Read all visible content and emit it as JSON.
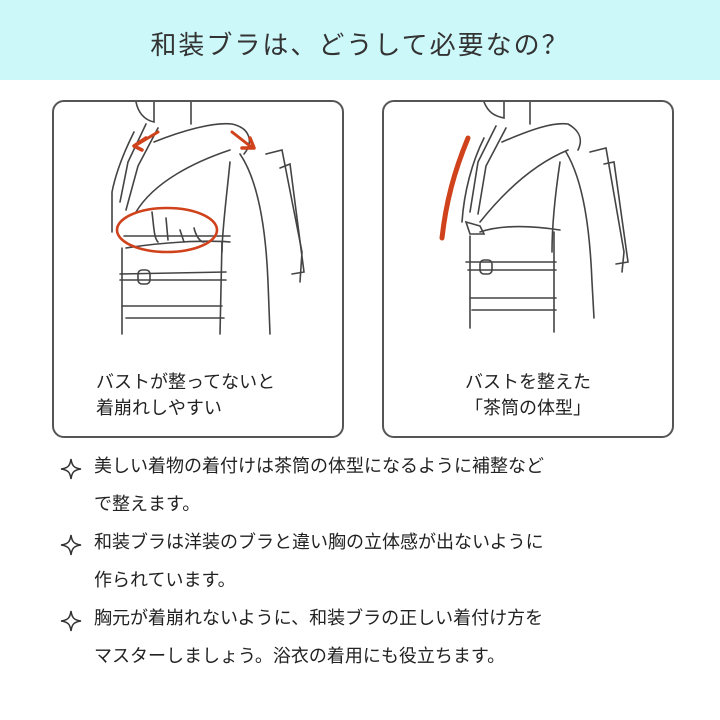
{
  "header": {
    "title": "和装ブラは、どうして必要なの？",
    "background": "#cdf8fa"
  },
  "panels": [
    {
      "id": "bad",
      "caption_lines": [
        "バストが整ってないと",
        "着崩れしやすい"
      ],
      "annotations": [
        "arrow-left",
        "arrow-right",
        "ellipse-around-bust"
      ],
      "accent": "#d0421b"
    },
    {
      "id": "good",
      "caption_lines": [
        "バストを整えた",
        "「茶筒の体型」"
      ],
      "annotations": [
        "vertical-line"
      ],
      "accent": "#d0421b"
    }
  ],
  "bullets": [
    {
      "icon": "sparkle-icon",
      "lines": [
        "美しい着物の着付けは茶筒の体型になるように補整など",
        "で整えます。"
      ]
    },
    {
      "icon": "sparkle-icon",
      "lines": [
        "和装ブラは洋装のブラと違い胸の立体感が出ないように",
        "作られています。"
      ]
    },
    {
      "icon": "sparkle-icon",
      "lines": [
        "胸元が着崩れないように、和装ブラの正しい着付け方を",
        "マスターしましょう。浴衣の着用にも役立ちます。"
      ]
    }
  ]
}
